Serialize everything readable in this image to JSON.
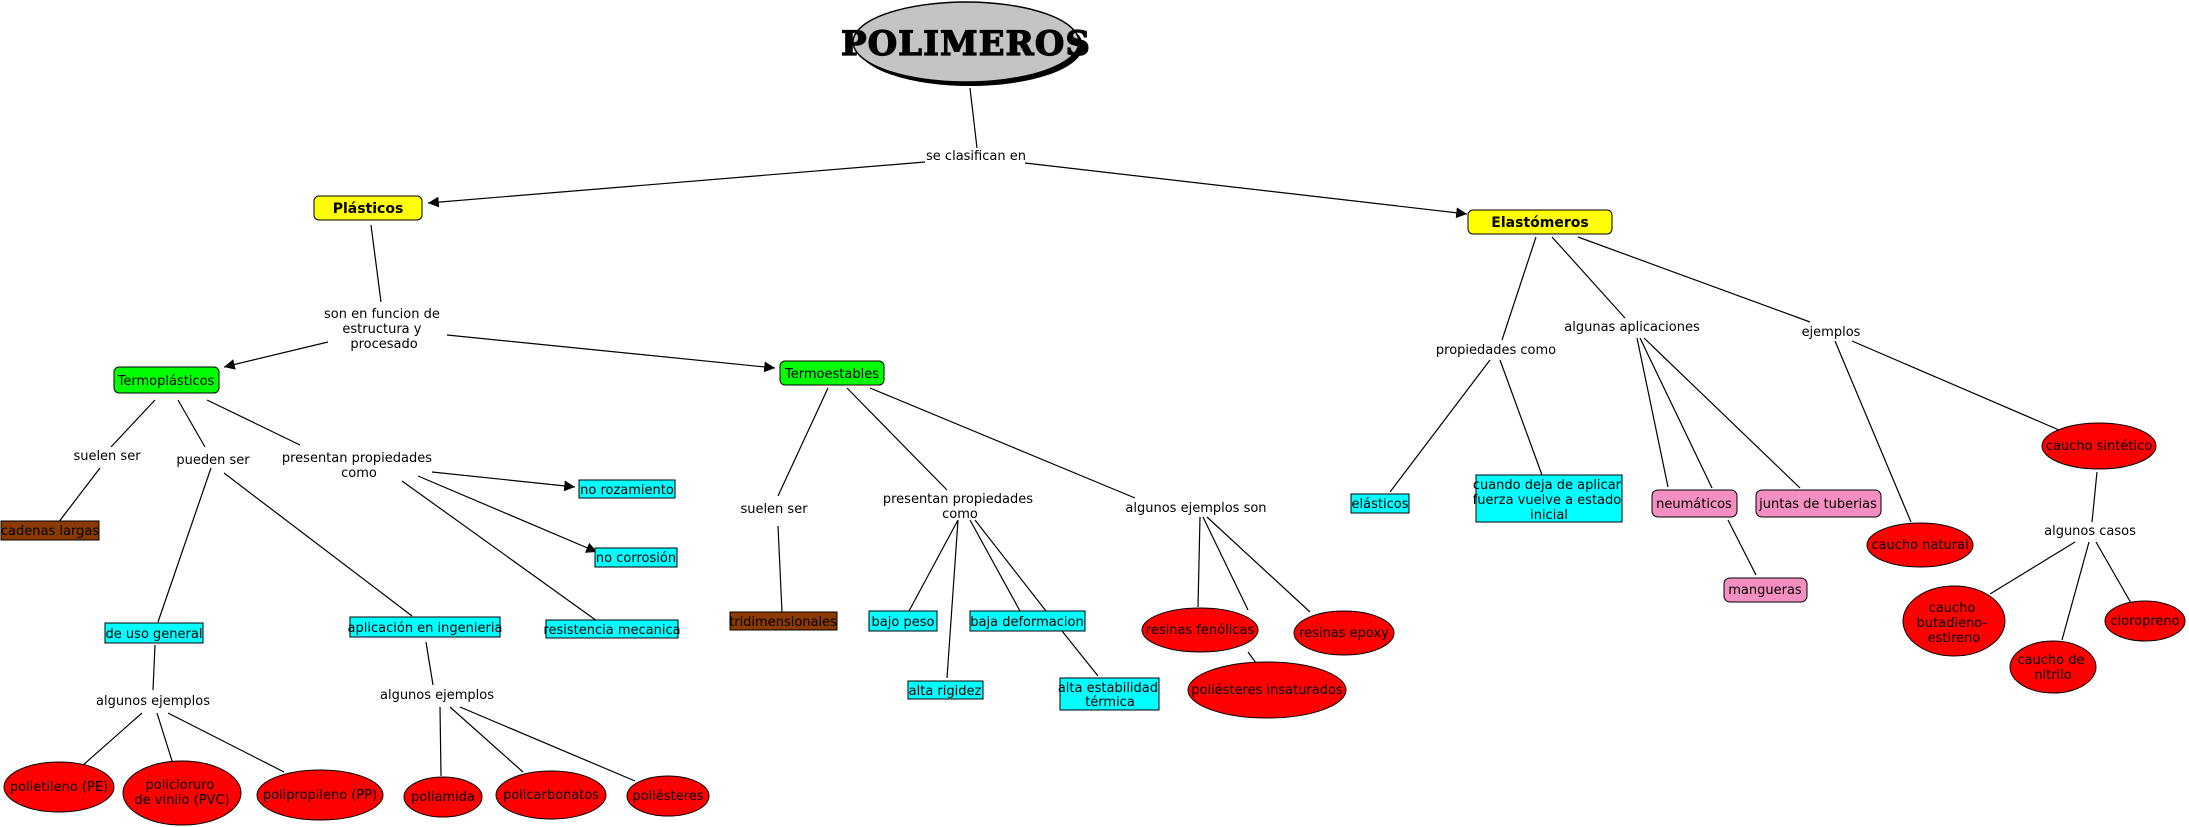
{
  "colors": {
    "main_node": "#c4c4c4",
    "category_node": "#ffff00",
    "subcategory_node": "#00ff00",
    "property_node": "#00ffff",
    "structure_node": "#8b3a00",
    "example_node": "#ff0000",
    "application_node": "#f58fc2",
    "line": "#000000"
  },
  "nodes": {
    "polimeros": "POLIMEROS",
    "plasticos": "Plásticos",
    "elastomeros": "Elastómeros",
    "termoplasticos": "Termoplásticos",
    "termoestables": "Termoestables",
    "cadenas_largas": "cadenas largas",
    "no_rozamiento": "no rozamiento",
    "no_corrosion": "no corrosión",
    "resistencia_mecanica": "resistencia mecanica",
    "uso_general": "de uso general",
    "aplicacion_ingenieria": "aplicación en ingenieria",
    "polietileno": "polietileno (PE)",
    "policloruro": [
      "policloruro",
      "de vinilo (PVC)"
    ],
    "polipropileno": "polipropileno (PP)",
    "poliamida": "poliamida",
    "policarbonatos": "policarbonatos",
    "poliesteres": "poliésteres",
    "tridimensionales": "tridimensionales",
    "bajo_peso": "bajo peso",
    "baja_deformacion": "baja deformacion",
    "alta_rigidez": "alta rigidez",
    "alta_estabilidad": [
      "alta estabilidad",
      "térmica"
    ],
    "resinas_fenolicas": "resinas fenólicas",
    "resinas_epoxy": "resinas epoxy",
    "poliesteres_insaturados": "poliésteres insaturados",
    "elasticos": "elásticos",
    "cuando_deja": [
      "cuando deja de aplicar",
      "fuerza vuelve a estado",
      "inicial"
    ],
    "neumaticos": "neumáticos",
    "juntas": "juntas de tuberias",
    "mangueras": "mangueras",
    "caucho_natural": "caucho natural",
    "caucho_sintetico": "caucho sintético",
    "caucho_butadieno": [
      "caucho",
      "butadieno-",
      "estireno"
    ],
    "caucho_nitrilo": [
      "caucho de",
      "nitrilo"
    ],
    "cloropreno": "cloropreno"
  },
  "links": {
    "se_clasifican": "se clasifican en",
    "son_en_funcion": [
      "son en funcion de",
      "estructura y",
      "procesado"
    ],
    "suelen_ser_1": "suelen ser",
    "pueden_ser": "pueden ser",
    "presentan_1": [
      "presentan propiedades",
      "como"
    ],
    "algunos_ejemplos_1": "algunos ejemplos",
    "algunos_ejemplos_2": "algunos ejemplos",
    "suelen_ser_2": "suelen ser",
    "presentan_2": [
      "presentan propiedades",
      "como"
    ],
    "algunos_ejemplos_son": "algunos ejemplos son",
    "propiedades_como": "propiedades como",
    "algunas_aplicaciones": "algunas aplicaciones",
    "ejemplos": "ejemplos",
    "algunos_casos": "algunos casos"
  }
}
